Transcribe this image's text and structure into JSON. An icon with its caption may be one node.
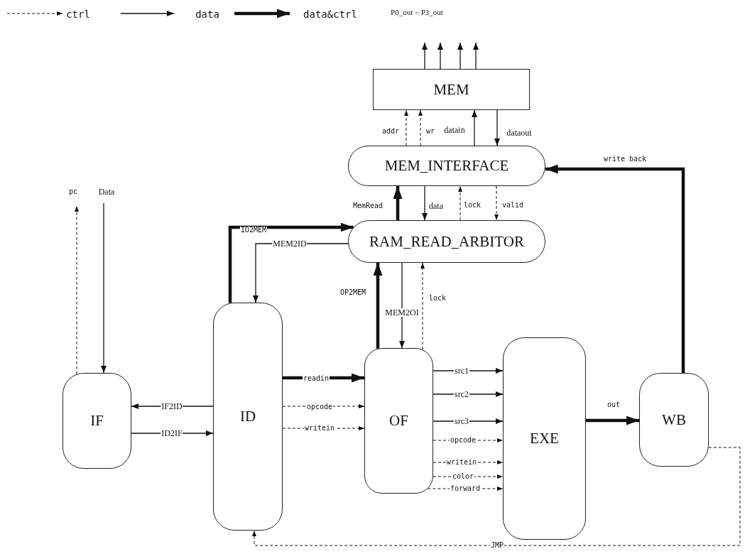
{
  "diagram": {
    "nodes": [
      {
        "text": [
          "MEM"
        ]
      },
      {
        "text": [
          "MEM_INTERFACE"
        ]
      },
      {
        "text": [
          "RAM_READ_ARBITOR"
        ]
      },
      {
        "text": [
          "IF"
        ]
      },
      {
        "text": [
          "ID"
        ]
      },
      {
        "text": [
          "OF"
        ]
      },
      {
        "text": [
          "EXE"
        ]
      },
      {
        "text": [
          "WB"
        ]
      }
    ],
    "edges": [
      {
        "from": 0,
        "to": null,
        "arrow": "to"
      },
      {
        "from": 0,
        "to": null,
        "arrow": "to"
      },
      {
        "from": 0,
        "to": null,
        "arrow": "to"
      },
      {
        "from": 0,
        "to": null,
        "arrow": "to"
      },
      {
        "from": 1,
        "to": 0,
        "arrow": "to",
        "label": "addr",
        "style": "dashed"
      },
      {
        "from": 1,
        "to": 0,
        "arrow": "to",
        "label": "wr",
        "style": "dashed"
      },
      {
        "from": 1,
        "to": 0,
        "arrow": "to",
        "label": "datain"
      },
      {
        "from": 0,
        "to": 1,
        "arrow": "to",
        "label": "dataout"
      },
      {
        "from": 7,
        "to": 1,
        "arrow": "to",
        "label": "write back",
        "style": "thick"
      },
      {
        "from": 2,
        "to": 1,
        "arrow": "to",
        "label": "MemRead",
        "style": "thick"
      },
      {
        "from": 1,
        "to": 2,
        "arrow": "to",
        "label": "data"
      },
      {
        "from": 2,
        "to": 1,
        "arrow": "to",
        "label": "lock",
        "style": "dashed"
      },
      {
        "from": 1,
        "to": 2,
        "arrow": "to",
        "label": "valid",
        "style": "dashed"
      },
      {
        "from": 4,
        "to": 2,
        "arrow": "to",
        "label": "ID2MEM",
        "style": "thick"
      },
      {
        "from": 2,
        "to": 4,
        "arrow": "to",
        "label": "MEM2ID"
      },
      {
        "from": 5,
        "to": 2,
        "arrow": "to",
        "label": "OP2MEM",
        "style": "thick"
      },
      {
        "from": 2,
        "to": 5,
        "arrow": "to",
        "label": "MEM2OI"
      },
      {
        "from": 5,
        "to": 2,
        "arrow": "to",
        "label": "lock",
        "style": "dashed"
      },
      {
        "from": 3,
        "to": null,
        "arrow": "to",
        "label": "pc",
        "style": "dashed"
      },
      {
        "from": null,
        "to": 3,
        "arrow": "to",
        "label": "Data"
      },
      {
        "from": 4,
        "to": 3,
        "arrow": "to",
        "label": "IF2ID"
      },
      {
        "from": 3,
        "to": 4,
        "arrow": "to",
        "label": "ID2IF"
      },
      {
        "from": 4,
        "to": 5,
        "arrow": "to",
        "label": "readin",
        "style": "thick"
      },
      {
        "from": 4,
        "to": 5,
        "arrow": "to",
        "label": "opcode",
        "style": "dashed"
      },
      {
        "from": 4,
        "to": 5,
        "arrow": "to",
        "label": "writein",
        "style": "dashed"
      },
      {
        "from": 5,
        "to": 6,
        "arrow": "to",
        "label": "src1"
      },
      {
        "from": 5,
        "to": 6,
        "arrow": "to",
        "label": "src2"
      },
      {
        "from": 5,
        "to": 6,
        "arrow": "to",
        "label": "src3"
      },
      {
        "from": 5,
        "to": 6,
        "arrow": "to",
        "label": "opcode",
        "style": "dashed"
      },
      {
        "from": 5,
        "to": 6,
        "arrow": "to",
        "label": "writein",
        "style": "dashed"
      },
      {
        "from": 5,
        "to": 6,
        "arrow": "to",
        "label": "color",
        "style": "dashed"
      },
      {
        "from": 5,
        "to": 6,
        "arrow": "to",
        "label": "forward",
        "style": "dashed"
      },
      {
        "from": 6,
        "to": 7,
        "arrow": "to",
        "label": "out",
        "style": "thick"
      },
      {
        "from": 7,
        "to": 4,
        "arrow": "to",
        "label": "JMP",
        "style": "dashed"
      }
    ],
    "labels": [
      "P0_out ~ P3_out"
    ],
    "legend": [
      {
        "text": "ctrl"
      },
      {
        "text": "data"
      },
      {
        "text": "data&ctrl"
      }
    ]
  }
}
